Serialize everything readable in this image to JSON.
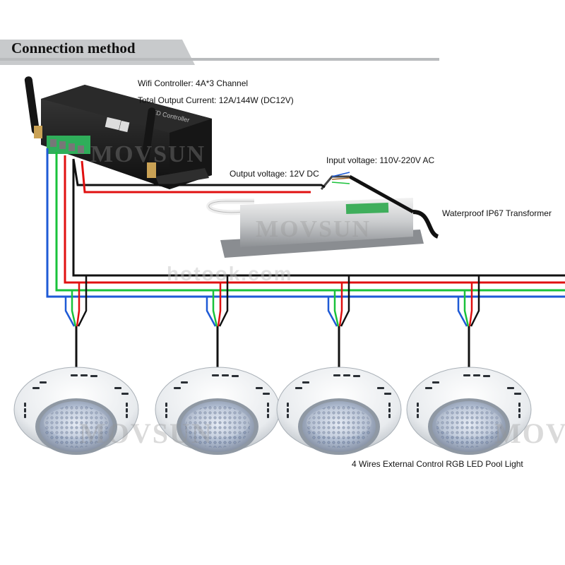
{
  "header": {
    "title": "Connection method"
  },
  "controller": {
    "title": "Wifi Controller: 4A*3 Channel",
    "current": "Total Output Current: 12A/144W (DC12V)"
  },
  "output_voltage": "Output voltage: 12V DC",
  "input_voltage": "Input voltage: 110V-220V AC",
  "transformer": "Waterproof IP67 Transformer",
  "pool_light": "4 Wires External Control RGB  LED Pool Light",
  "watermarks": {
    "brand": "MOVSUN",
    "site": "hotook.com",
    "partial": "MOV"
  },
  "wire_colors": {
    "black": "#111111",
    "red": "#e01010",
    "green": "#19c23a",
    "blue": "#1e5ad6"
  },
  "light_count": 4
}
